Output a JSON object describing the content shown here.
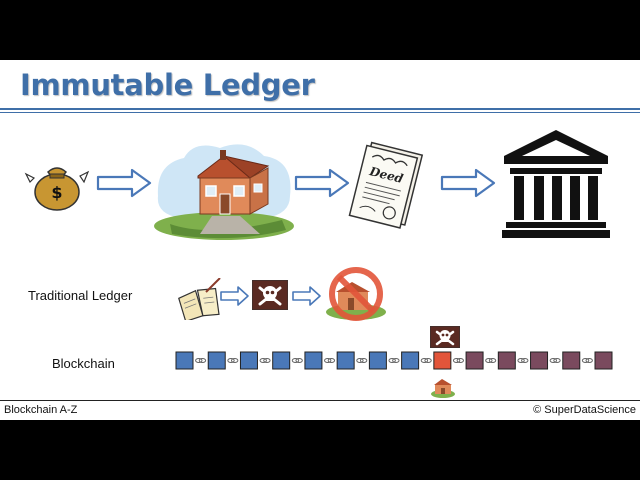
{
  "slide": {
    "title": "Immutable Ledger",
    "rows": {
      "traditional": "Traditional Ledger",
      "blockchain": "Blockchain"
    },
    "footer": {
      "left": "Blockchain A-Z",
      "right": "© SuperDataScience"
    }
  },
  "icons": {
    "top_flow": [
      "money-bag-icon",
      "house-icon",
      "deed-document-icon",
      "bank-building-icon"
    ],
    "traditional_flow": [
      "ledger-book-icon",
      "skull-crossbones-icon",
      "house-prohibited-icon"
    ],
    "blockchain_extras": [
      "skull-crossbones-icon",
      "small-house-icon"
    ]
  },
  "blockchain": {
    "block_count": 14,
    "tampered_index": 8,
    "colors": {
      "blue": "#4a78b8",
      "tampered": "#e2553a",
      "invalid": "#7a4a5e"
    }
  },
  "colors": {
    "title": "#3f6fa8",
    "arrow_stroke": "#4a78b8"
  }
}
